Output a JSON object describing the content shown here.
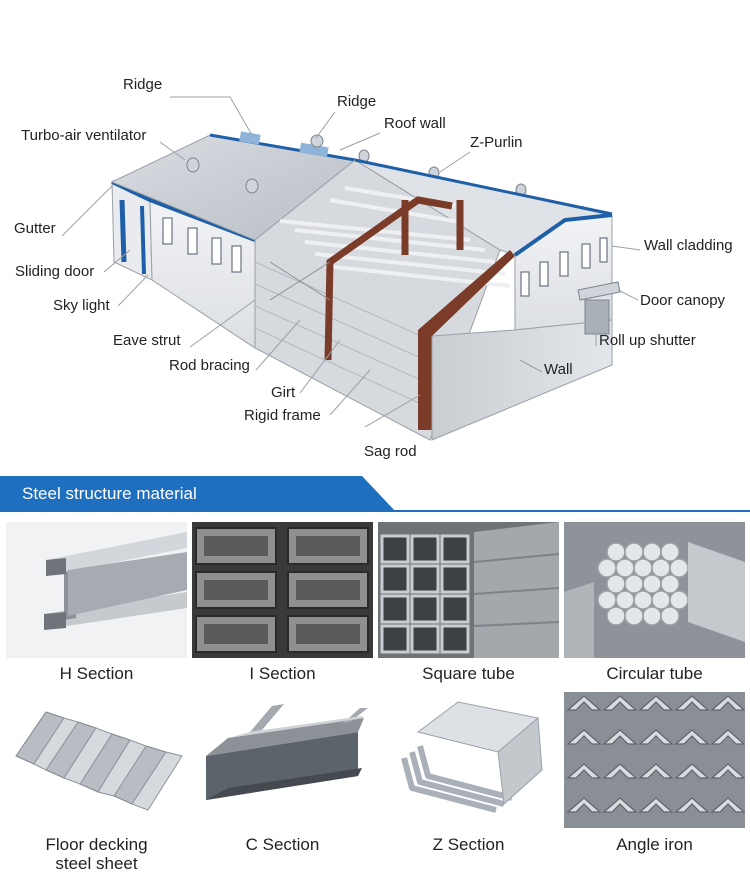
{
  "diagram": {
    "labels": {
      "ridge_1": "Ridge",
      "ridge_2": "Ridge",
      "turbo_air_ventilator": "Turbo-air ventilator",
      "roof_wall": "Roof wall",
      "z_purlin": "Z-Purlin",
      "gutter": "Gutter",
      "sliding_door": "Sliding door",
      "sky_light": "Sky light",
      "eave_strut": "Eave strut",
      "rod_bracing": "Rod bracing",
      "girt": "Girt",
      "rigid_frame": "Rigid frame",
      "sag_rod": "Sag rod",
      "wall_cladding": "Wall cladding",
      "door_canopy": "Door canopy",
      "roll_up_shutter": "Roll up shutter",
      "wall": "Wall"
    }
  },
  "section": {
    "title": "Steel structure material",
    "accent_color": "#1f6fc0"
  },
  "materials": [
    {
      "caption": "H Section",
      "icon": "h-beam-photo"
    },
    {
      "caption": "I Section",
      "icon": "i-beam-stack-photo"
    },
    {
      "caption": "Square tube",
      "icon": "square-tube-photo"
    },
    {
      "caption": "Circular tube",
      "icon": "circular-tube-photo"
    },
    {
      "caption": "Floor decking\nsteel sheet",
      "icon": "floor-decking-photo"
    },
    {
      "caption": "C Section",
      "icon": "c-channel-photo"
    },
    {
      "caption": "Z Section",
      "icon": "z-purlin-photo"
    },
    {
      "caption": "Angle iron",
      "icon": "angle-iron-photo"
    }
  ]
}
